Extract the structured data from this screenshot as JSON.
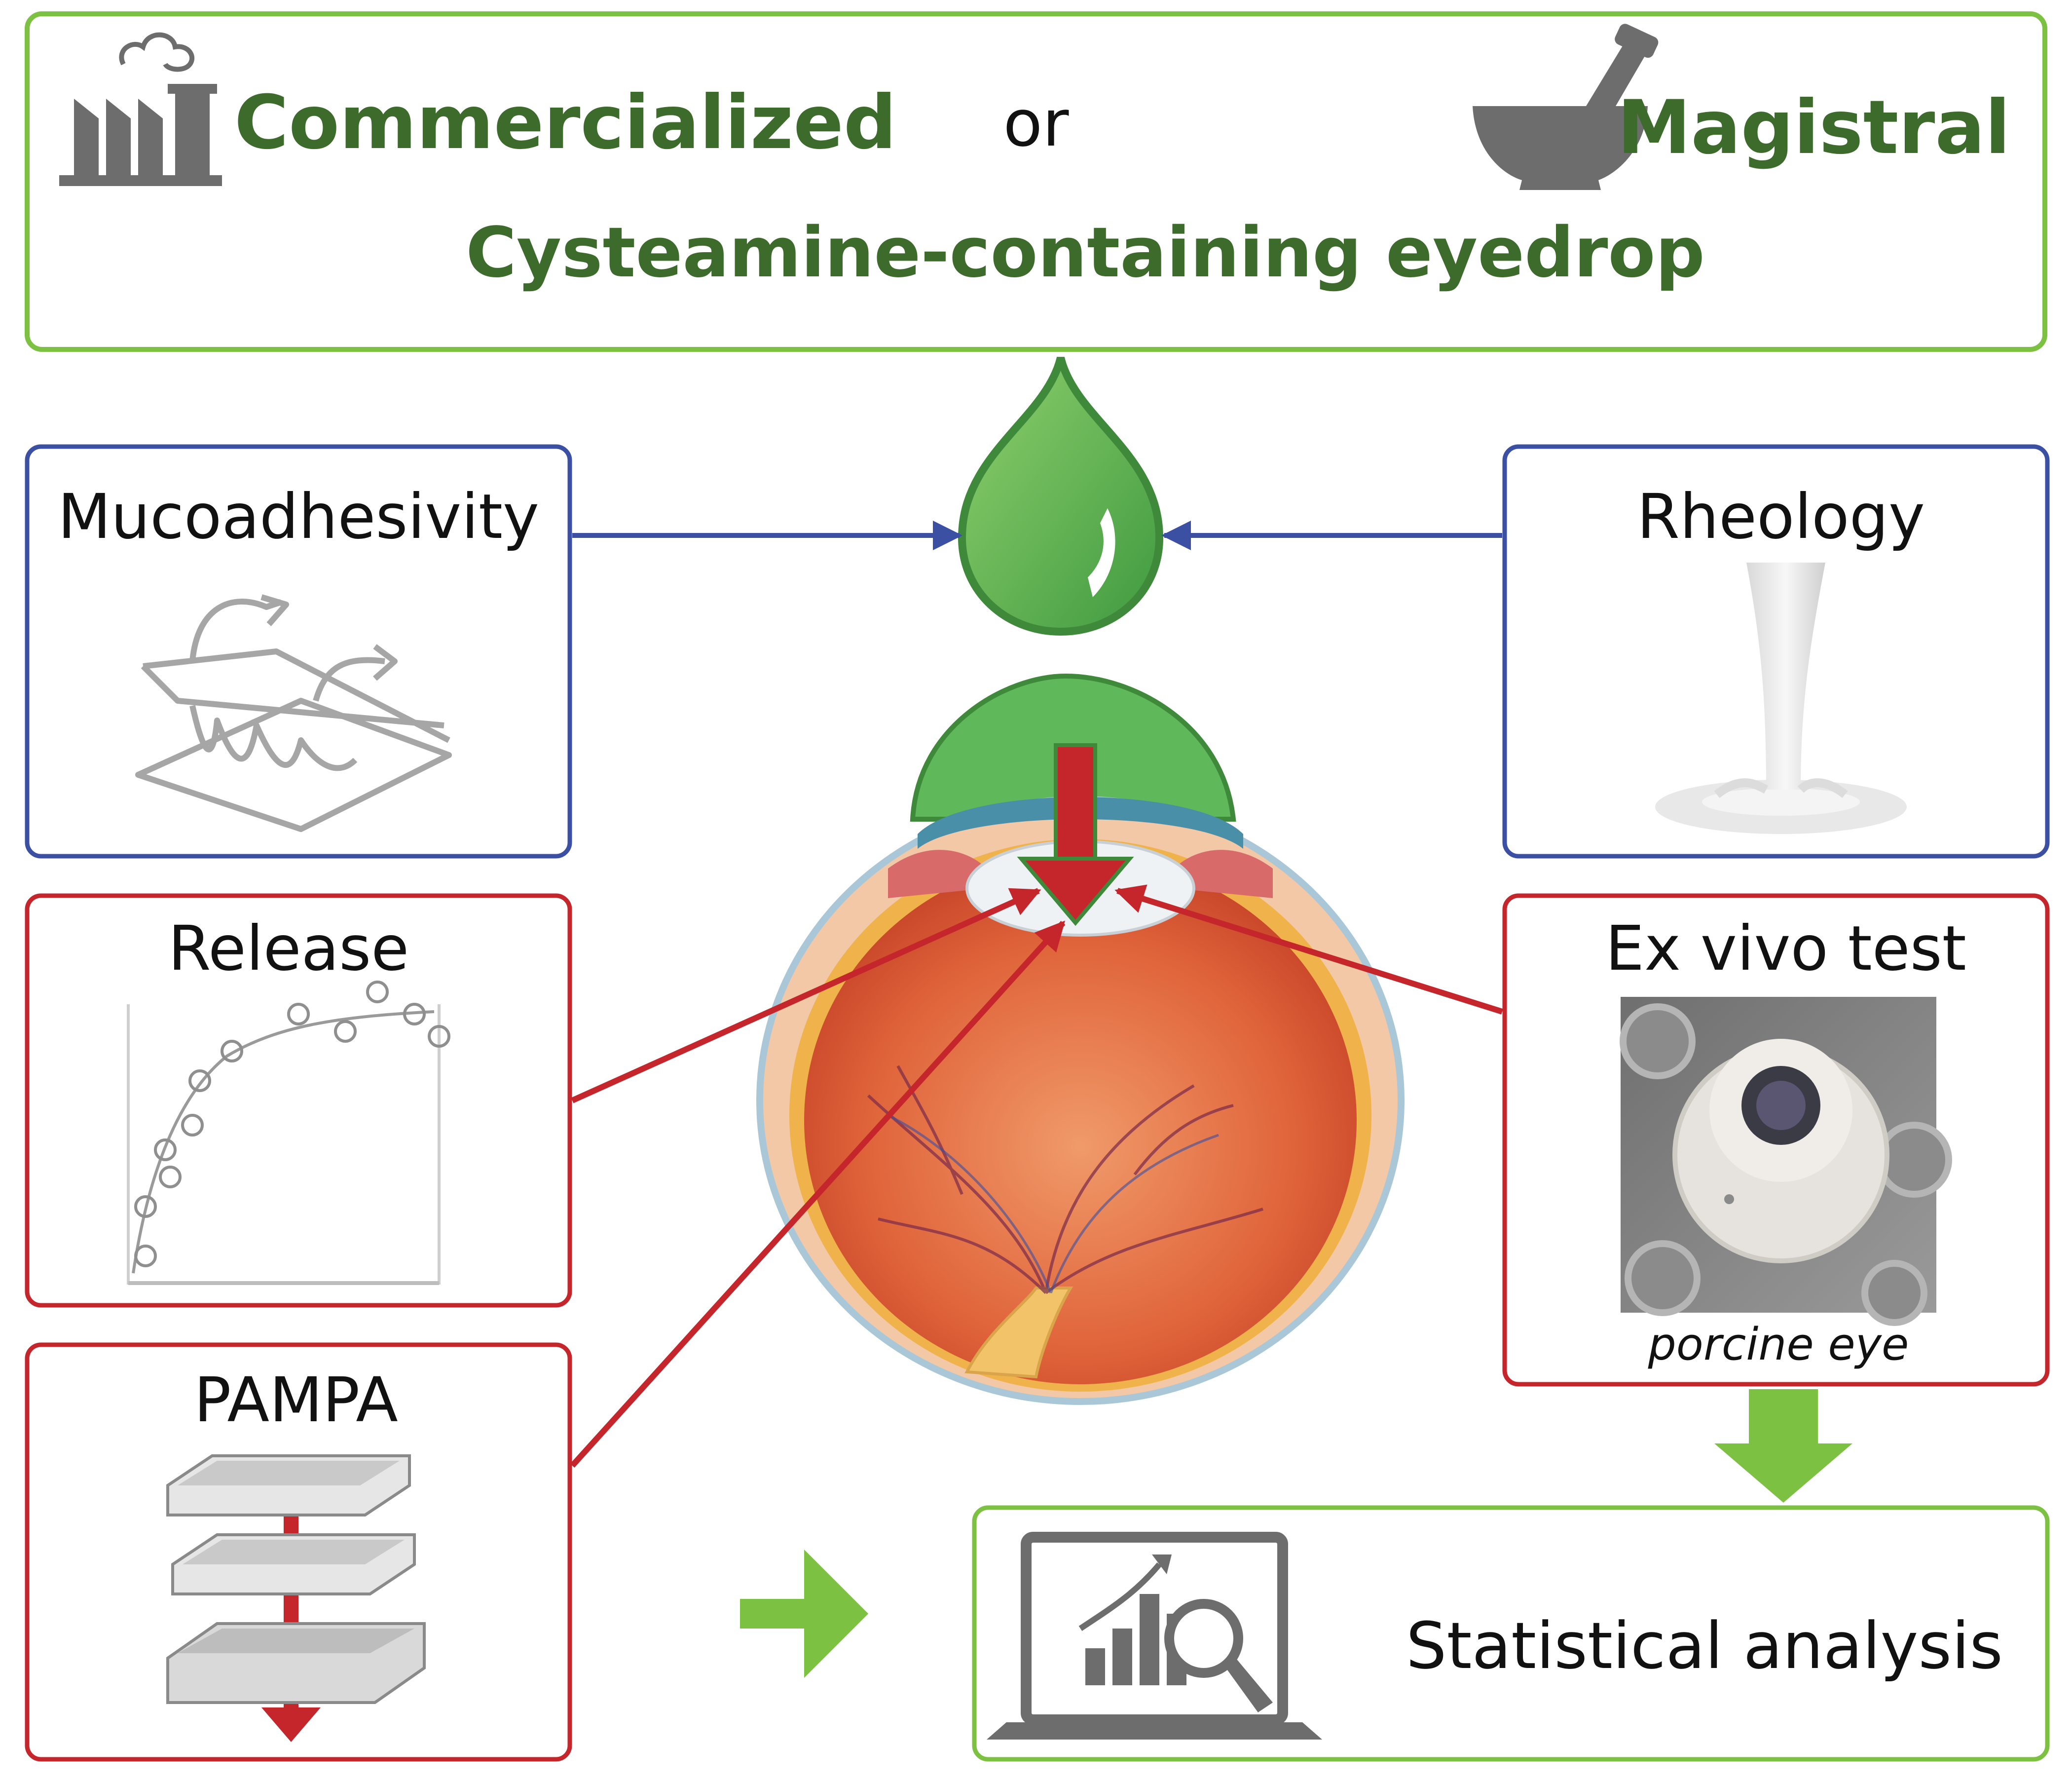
{
  "header": {
    "left_label": "Commercialized",
    "connector": "or",
    "right_label": "Magistral",
    "subtitle": "Cysteamine-containing eyedrop",
    "left_icon": "factory-icon",
    "right_icon": "mortar-pestle-icon"
  },
  "panels": {
    "mucoadhesivity": {
      "title": "Mucoadhesivity",
      "icon": "mucoadhesion-icon"
    },
    "rheology": {
      "title": "Rheology",
      "icon": "liquid-pour-icon"
    },
    "release": {
      "title": "Release",
      "icon": "release-curve-icon"
    },
    "ex_vivo": {
      "title": "Ex vivo test",
      "caption": "porcine eye",
      "icon": "porcine-eye-photo"
    },
    "pampa": {
      "title": "PAMPA",
      "icon": "well-plate-stack-icon"
    },
    "stats": {
      "title": "Statistical analysis",
      "icon": "laptop-analytics-icon"
    }
  },
  "center": {
    "drop_icon": "eyedrop-icon",
    "eye_icon": "eye-cross-section-icon"
  },
  "colors": {
    "green_border": "#7dc142",
    "blue_border": "#3b4fa3",
    "red_border": "#c5262b",
    "green_text": "#3d6b2c",
    "drop_green": "#5cb85c",
    "arrow_red": "#c5262b",
    "arrow_blue": "#3b4fa3",
    "arrow_green": "#7dc142"
  }
}
